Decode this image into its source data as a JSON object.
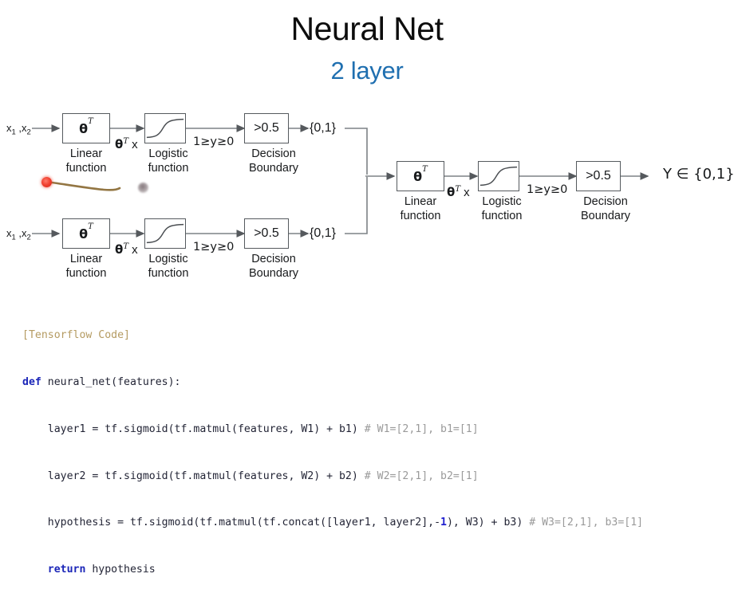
{
  "title": {
    "main": "Neural Net",
    "sub": "2 layer",
    "sub_color": "#1f6fb0"
  },
  "diagram": {
    "input_label": "x₁ ,x₂",
    "theta_symbol": "θ",
    "theta_superscript": "T",
    "theta_x_label": "θᵀ x",
    "linear_caption_line1": "Linear",
    "linear_caption_line2": "function",
    "logistic_caption_line1": "Logistic",
    "logistic_caption_line2": "function",
    "sigmoid_range_label": "1≥y≥0",
    "threshold_label": ">0.5",
    "boundary_caption_line1": "Decision",
    "boundary_caption_line2": "Boundary",
    "binary_output_label": "{0,1}",
    "final_output_label": "Y ∈ {0,1}",
    "rows": [
      {
        "name": "layer1-branch",
        "input": "x₁ ,x₂",
        "output": "{0,1}"
      },
      {
        "name": "layer2-branch",
        "input": "x₁ ,x₂",
        "output": "{0,1}"
      }
    ],
    "output_stage": {
      "name": "hypothesis-stage",
      "output": "Y ∈ {0,1}"
    },
    "annotation": {
      "laser_dot_color": "#f0402f",
      "pen_stroke_color": "#8a6a33",
      "ghost_dot_color": "#6e5f64"
    }
  },
  "code": {
    "header": "[Tensorflow Code]",
    "lines": [
      {
        "indent": 0,
        "kw": "def",
        "text": " neural_net(features):",
        "comment": ""
      },
      {
        "indent": 1,
        "kw": "",
        "text": "layer1 = tf.sigmoid(tf.matmul(features, W1) + b1) ",
        "comment": "# W1=[2,1], b1=[1]"
      },
      {
        "indent": 1,
        "kw": "",
        "text": "layer2 = tf.sigmoid(tf.matmul(features, W2) + b2) ",
        "comment": "# W2=[2,1], b2=[1]"
      },
      {
        "indent": 1,
        "kw": "",
        "text": "hypothesis = tf.sigmoid(tf.matmul(tf.concat([layer1, layer2],-1), W3) + b3) ",
        "comment": "# W3=[2,1], b3=[1]"
      },
      {
        "indent": 1,
        "kw": "return",
        "text": " hypothesis",
        "comment": ""
      }
    ],
    "line1_pre": "layer1 = tf.sigmoid(tf.matmul(features, W1) + b1) ",
    "line1_cmt": "# W1=[2,1], b1=[1]",
    "line2_pre": "layer2 = tf.sigmoid(tf.matmul(features, W2) + b2) ",
    "line2_cmt": "# W2=[2,1], b2=[1]",
    "line3_a": "hypothesis = tf.sigmoid(tf.matmul(tf.concat([layer1, layer2],-",
    "line3_num": "1",
    "line3_b": "), W3) + b3) ",
    "line3_cmt": "# W3=[2,1], b3=[1]",
    "def_kw": "def",
    "def_rest": " neural_net(features):",
    "return_kw": "return",
    "return_rest": " hypothesis",
    "colors": {
      "header": "#b59b62",
      "keyword": "#1b26b8",
      "number": "#2020cf",
      "comment": "#9a9a9a",
      "text": "#232536"
    }
  }
}
